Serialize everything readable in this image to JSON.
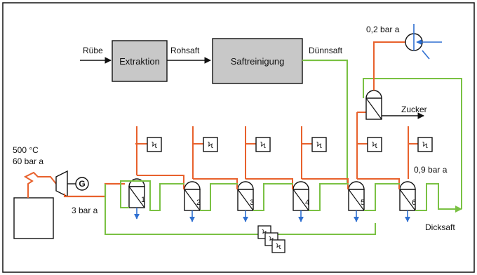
{
  "colors": {
    "steam": "#e8612c",
    "juice": "#7ac143",
    "condensate": "#2e6fd1",
    "cooling": "#2e6fd1",
    "box_fill": "#c8c8c8",
    "line": "#111111"
  },
  "process": {
    "input_label": "Rübe",
    "extraction_label": "Extraktion",
    "raw_juice_label": "Rohsaft",
    "purification_label": "Saftreinigung",
    "thin_juice_label": "Dünnsaft"
  },
  "boiler": {
    "temperature_label": "500 °C",
    "pressure_label": "60 bar a"
  },
  "turbine": {
    "generator_symbol": "G",
    "exhaust_pressure_label": "3 bar a"
  },
  "evaporator": {
    "stage_numbers": [
      "1",
      "2",
      "3",
      "4",
      "5",
      "6"
    ],
    "heater_symbol": "Ϟ",
    "last_stage_pressure_label": "0,9 bar a",
    "product_label": "Dicksaft"
  },
  "crystallizer": {
    "product_label": "Zucker"
  },
  "condenser": {
    "pressure_label": "0,2 bar a"
  },
  "border_color": "#111111"
}
